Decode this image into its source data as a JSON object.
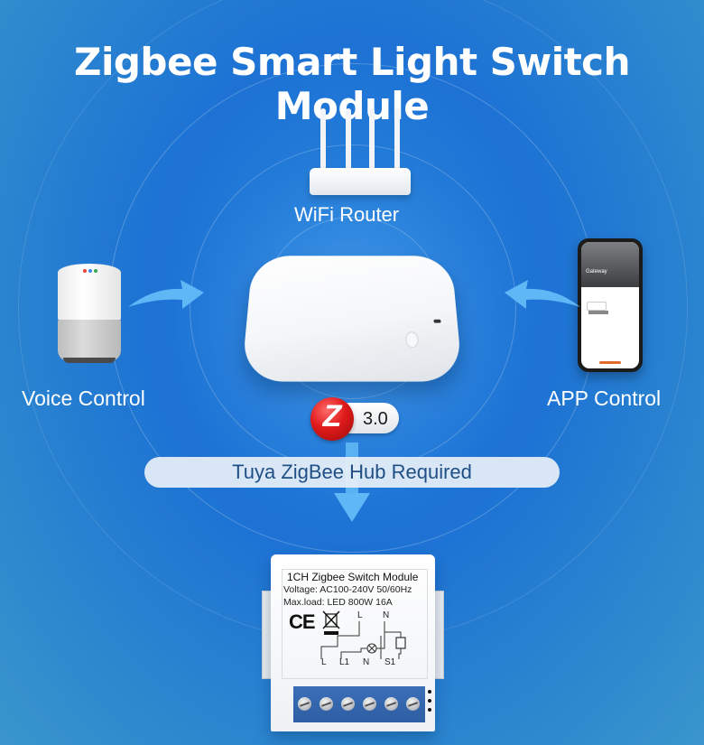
{
  "title": "Zigbee Smart Light Switch Module",
  "nodes": {
    "router": {
      "label": "WiFi Router",
      "icon": "wifi-router-icon"
    },
    "hub": {
      "label": "",
      "icon": "zigbee-hub-icon"
    },
    "voice": {
      "label": "Voice Control",
      "icon": "smart-speaker-icon"
    },
    "app": {
      "label": "APP Control",
      "icon": "smartphone-icon",
      "screen_title": "Gateway"
    }
  },
  "zigbee_badge": {
    "letter": "Z",
    "version": "3.0"
  },
  "requirement": "Tuya ZigBee Hub Required",
  "module": {
    "title": "1CH Zigbee Switch Module",
    "voltage": "Voltage: AC100-240V 50/60Hz",
    "max_load": "Max.load: LED 800W 16A",
    "ce_mark": "CE",
    "diagram_top": [
      "L",
      "N"
    ],
    "terminals": [
      "L",
      "L1",
      "N",
      "S1"
    ]
  },
  "colors": {
    "background": "#1d72d4",
    "arrow": "#5fb8f5",
    "pill": "#e8f0f8",
    "pill_text": "#1f4f84",
    "terminal_block": "#2e5ea3",
    "zigbee_red": "#e01a1a"
  }
}
